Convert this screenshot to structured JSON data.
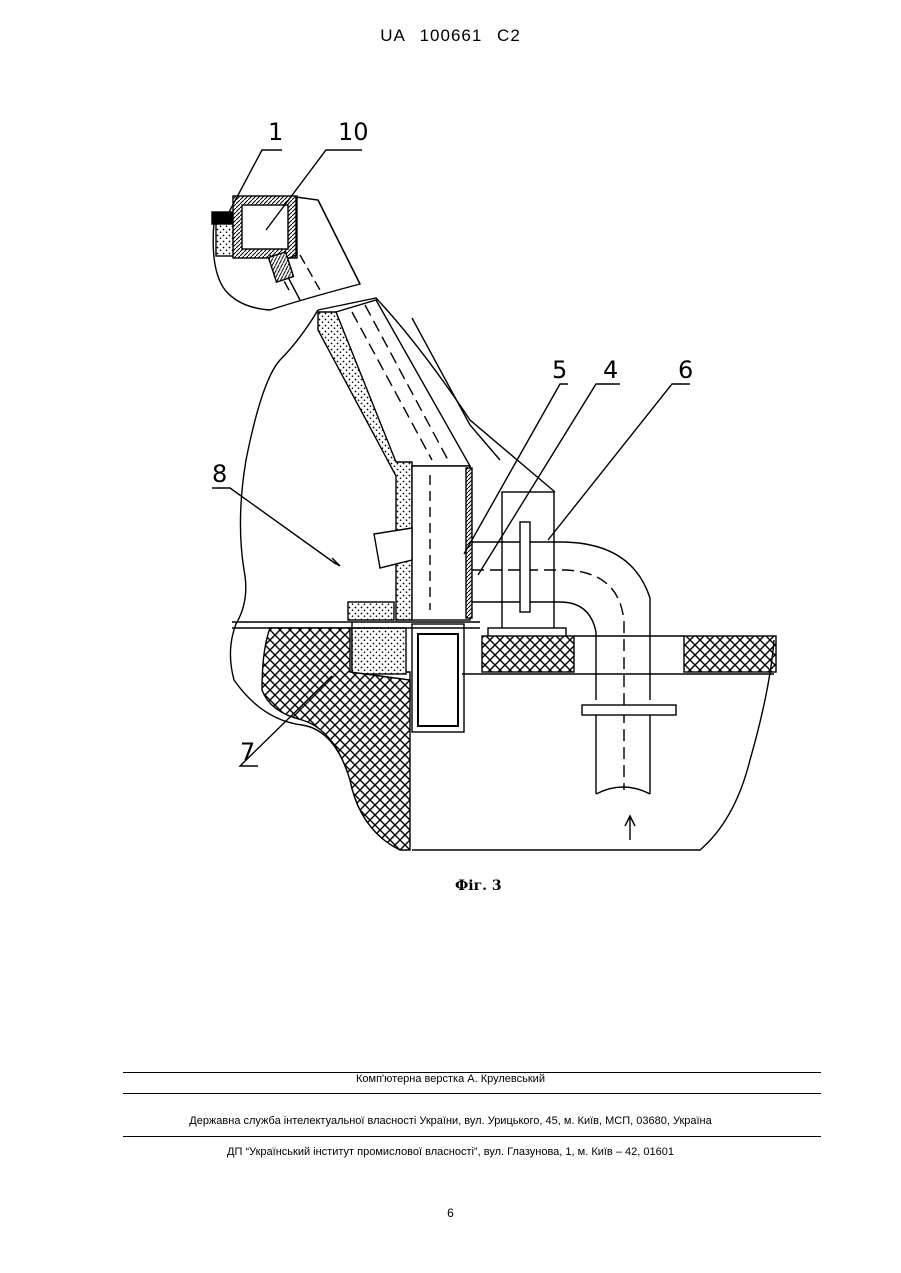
{
  "header": {
    "patent_number": "UA   100661   C2"
  },
  "figure": {
    "caption": "Фіг. 3",
    "labels": {
      "l1": "1",
      "l10": "10",
      "l5": "5",
      "l4": "4",
      "l6": "6",
      "l8": "8",
      "l7": "7"
    }
  },
  "footer": {
    "layout_by": "Комп'ютерна верстка А. Крулевський",
    "agency": "Державна служба інтелектуальної власності України, вул. Урицького, 45, м. Київ, МСП, 03680, Україна",
    "institute": "ДП “Український інститут промислової власності”, вул. Глазунова, 1, м. Київ – 42, 01601"
  },
  "page_number": "6"
}
